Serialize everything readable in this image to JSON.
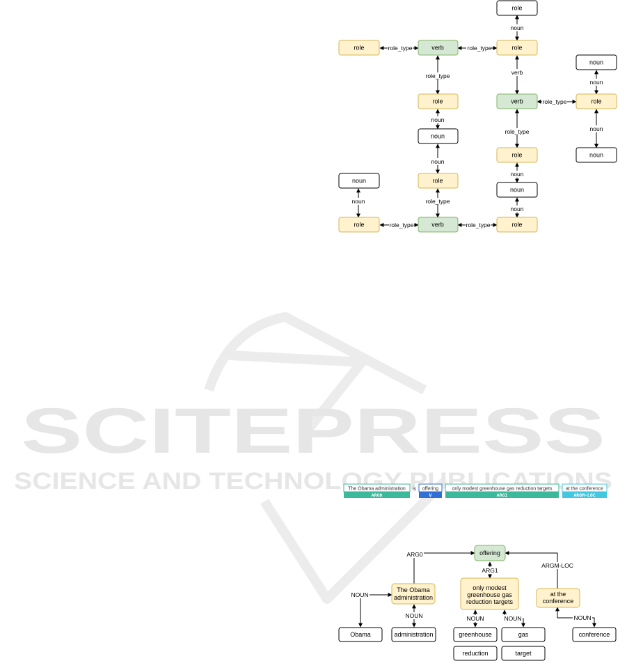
{
  "watermark": {
    "main": "SCITEPRESS",
    "sub": "SCIENCE AND TECHNOLOGY PUBLICATIONS"
  },
  "schema": {
    "nodes": {
      "n_top": "role",
      "r_left1": "role",
      "v1": "verb",
      "r_mid1": "role",
      "r_a": "role",
      "noun_a": "noun",
      "r_b": "role",
      "v2": "verb",
      "noun_right_top": "noun",
      "r_right": "role",
      "noun_right_bot": "noun",
      "r_c": "role",
      "noun_c": "noun",
      "noun_left": "noun",
      "r_left2": "role",
      "v3": "verb",
      "r_d": "role"
    },
    "edge_labels": {
      "e_top": "noun",
      "e_v1_left": "role_type",
      "e_v1_mid": "role_type",
      "e_v1_down": "role_type",
      "e_mid_v2": "verb",
      "e_ra_na": "noun",
      "e_na_rb": "noun",
      "e_rb_v3": "role_type",
      "e_v2_right": "role_type",
      "e_nrt_rr": "noun",
      "e_rr_nrb": "noun",
      "e_v2_rc": "role_type",
      "e_rc_nc": "noun",
      "e_nc_rd": "noun",
      "e_nl_rl2": "noun",
      "e_v3_left": "role_type",
      "e_v3_rd": "role_type"
    }
  },
  "srl": {
    "spans": [
      {
        "text": "The Obama administration",
        "tag": "ARG0"
      },
      {
        "text": "is",
        "tag": ""
      },
      {
        "text": "offering",
        "tag": "V"
      },
      {
        "text": "only modest greenhouse gas reduction targets",
        "tag": "ARG1"
      },
      {
        "text": "at the conference",
        "tag": "ARGM-LOC"
      }
    ],
    "colors": {
      "arg": "#3cb89a",
      "verb": "#2f6fd6",
      "loc": "#41c7e0"
    }
  },
  "graph": {
    "nodes": {
      "offering": "offering",
      "obama_admin_1": "The Obama",
      "obama_admin_2": "administration",
      "arg1_1": "only modest",
      "arg1_2": "greenhouse gas",
      "arg1_3": "reduction targets",
      "conf_1": "at the",
      "conf_2": "conference",
      "obama": "Obama",
      "administration": "administration",
      "greenhouse": "greenhouse",
      "gas": "gas",
      "reduction": "reduction",
      "target": "target",
      "conference": "conference"
    },
    "edge_labels": {
      "arg0": "ARG0",
      "arg1": "ARG1",
      "argm_loc": "ARGM-LOC",
      "noun_obama": "NOUN",
      "noun_admin": "NOUN",
      "noun_green": "NOUN",
      "noun_gas": "NOUN",
      "noun_conf": "NOUN"
    }
  }
}
